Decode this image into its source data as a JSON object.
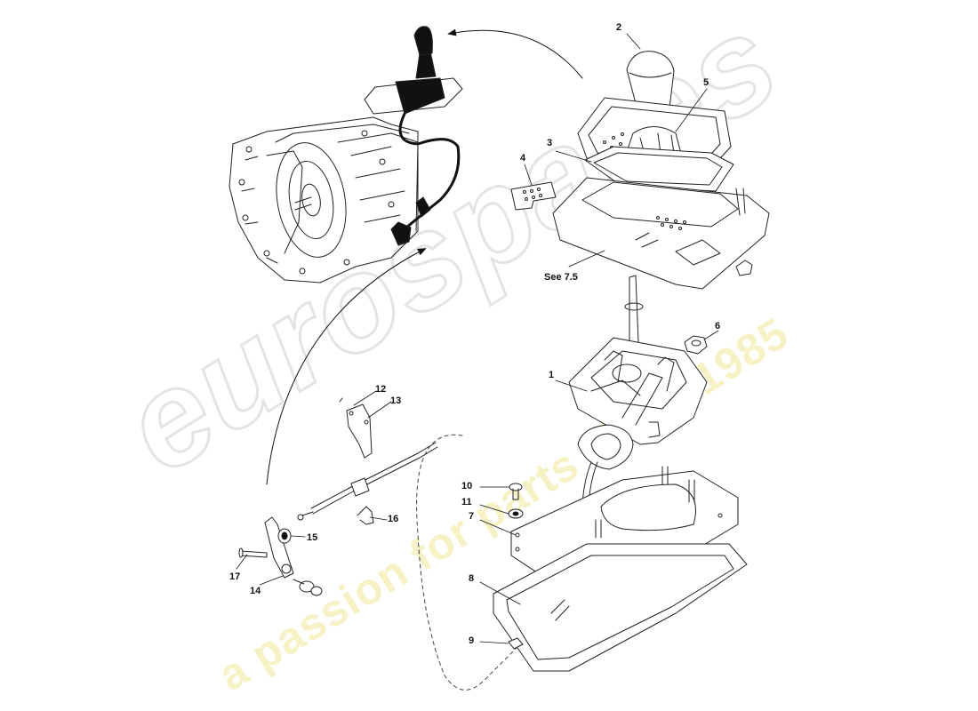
{
  "watermark": {
    "brand": "eurospares",
    "tagline": "a passion for parts since 1985"
  },
  "diagram": {
    "cross_reference": "See 7.5",
    "callouts": {
      "c1": "1",
      "c2": "2",
      "c3": "3",
      "c4": "4",
      "c5": "5",
      "c6": "6",
      "c7": "7",
      "c8": "8",
      "c9": "9",
      "c10": "10",
      "c11": "11",
      "c12": "12",
      "c13": "13",
      "c14": "14",
      "c15": "15",
      "c16": "16",
      "c17": "17"
    }
  }
}
